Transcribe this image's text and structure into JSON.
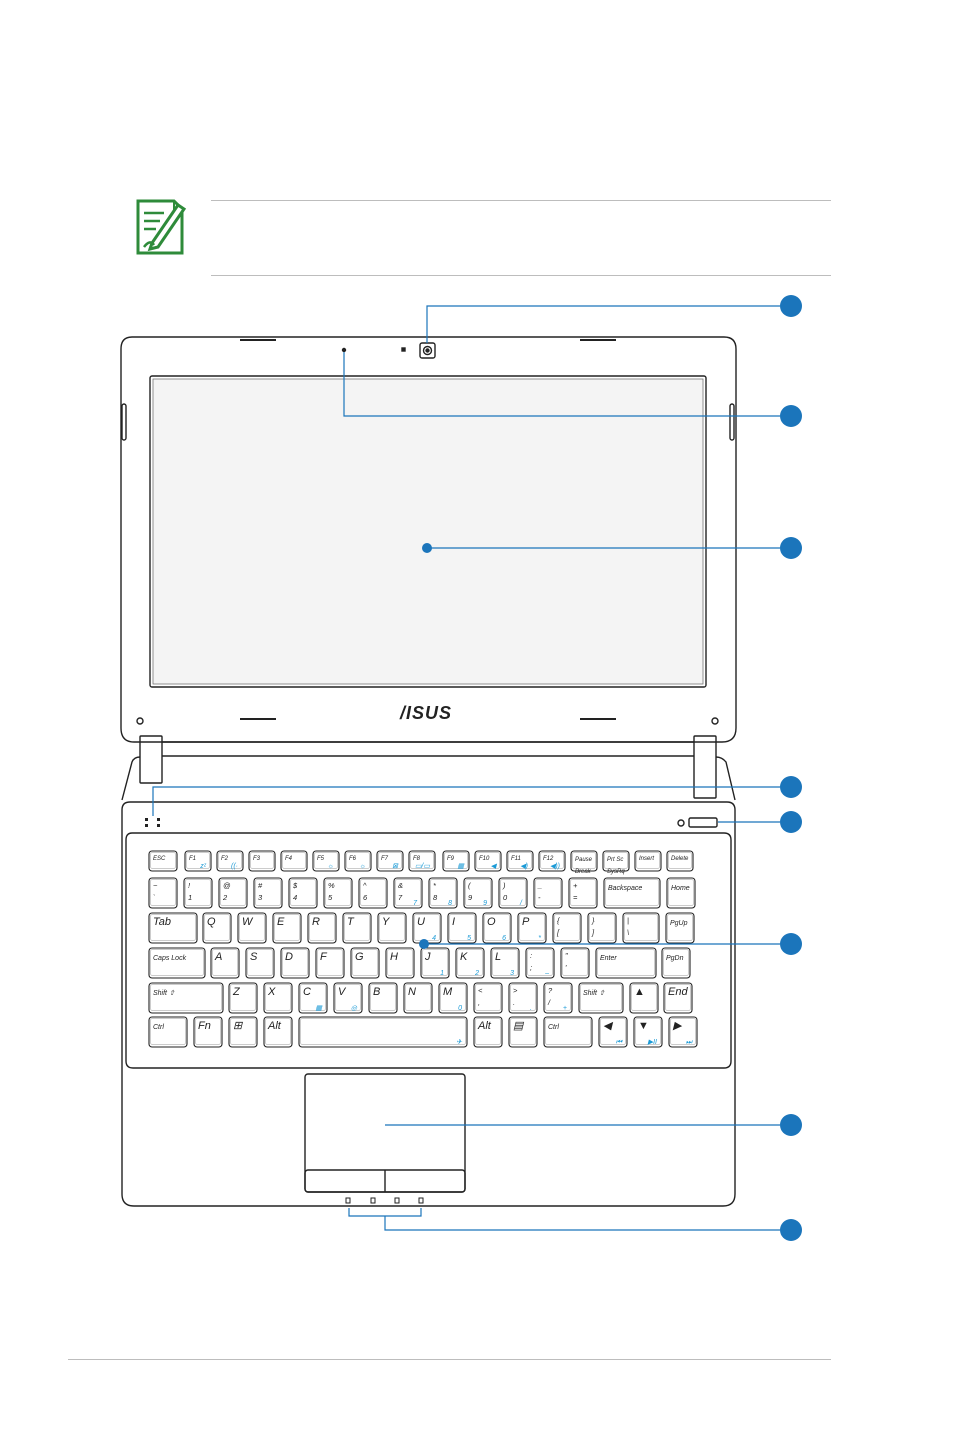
{
  "brand": {
    "logo_text": "/ISUS"
  },
  "callouts": [
    {
      "id": "webcam"
    },
    {
      "id": "microphone"
    },
    {
      "id": "display"
    },
    {
      "id": "status-indicators-top"
    },
    {
      "id": "power-switch"
    },
    {
      "id": "keyboard"
    },
    {
      "id": "touchpad"
    },
    {
      "id": "status-indicators-front"
    }
  ],
  "colors": {
    "callout": "#1b75bb",
    "line": "#1b75bb",
    "outline": "#222222",
    "note_icon": "#2e8b3a",
    "fn_label": "#1a9ad6"
  },
  "keyboard": {
    "rows": [
      [
        {
          "l": "ESC"
        },
        {
          "l": "F1",
          "s": "zᶻ"
        },
        {
          "l": "F2",
          "s": "((·"
        },
        {
          "l": "F3"
        },
        {
          "l": "F4"
        },
        {
          "l": "F5",
          "s": "☼"
        },
        {
          "l": "F6",
          "s": "☼"
        },
        {
          "l": "F7",
          "s": "⊠"
        },
        {
          "l": "F8",
          "s": "▭/▭"
        },
        {
          "l": "F9",
          "s": "▦"
        },
        {
          "l": "F10",
          "s": "◀"
        },
        {
          "l": "F11",
          "s": "◀)"
        },
        {
          "l": "F12",
          "s": "◀))"
        },
        {
          "l": "Pause\nBreak"
        },
        {
          "l": "Prt Sc\nSysRq"
        },
        {
          "l": "Insert"
        },
        {
          "l": "Delete"
        }
      ],
      [
        {
          "l": "~\n`"
        },
        {
          "l": "!\n1"
        },
        {
          "l": "@\n2"
        },
        {
          "l": "#\n3"
        },
        {
          "l": "$\n4"
        },
        {
          "l": "%\n5"
        },
        {
          "l": "^\n6"
        },
        {
          "l": "&\n7",
          "s": "7"
        },
        {
          "l": "*\n8",
          "s": "8"
        },
        {
          "l": "(\n9",
          "s": "9"
        },
        {
          "l": ")\n0",
          "s": "/"
        },
        {
          "l": "_\n-"
        },
        {
          "l": "+\n="
        },
        {
          "l": "Backspace"
        },
        {
          "l": "Home"
        }
      ],
      [
        {
          "l": "Tab"
        },
        {
          "l": "Q"
        },
        {
          "l": "W"
        },
        {
          "l": "E"
        },
        {
          "l": "R"
        },
        {
          "l": "T"
        },
        {
          "l": "Y"
        },
        {
          "l": "U",
          "s": "4"
        },
        {
          "l": "I",
          "s": "5"
        },
        {
          "l": "O",
          "s": "6"
        },
        {
          "l": "P",
          "s": "*"
        },
        {
          "l": "{\n["
        },
        {
          "l": "}\n]"
        },
        {
          "l": "|\n\\"
        },
        {
          "l": "PgUp"
        }
      ],
      [
        {
          "l": "Caps Lock"
        },
        {
          "l": "A"
        },
        {
          "l": "S"
        },
        {
          "l": "D"
        },
        {
          "l": "F"
        },
        {
          "l": "G"
        },
        {
          "l": "H"
        },
        {
          "l": "J",
          "s": "1"
        },
        {
          "l": "K",
          "s": "2"
        },
        {
          "l": "L",
          "s": "3"
        },
        {
          "l": ":\n;",
          "s": "–"
        },
        {
          "l": "\"\n'"
        },
        {
          "l": "Enter"
        },
        {
          "l": "PgDn"
        }
      ],
      [
        {
          "l": "Shift ⇧"
        },
        {
          "l": "Z"
        },
        {
          "l": "X"
        },
        {
          "l": "C",
          "s": "▦"
        },
        {
          "l": "V",
          "s": "◎"
        },
        {
          "l": "B"
        },
        {
          "l": "N"
        },
        {
          "l": "M",
          "s": "0"
        },
        {
          "l": "<\n,"
        },
        {
          "l": ">\n.",
          "s": "."
        },
        {
          "l": "?\n/",
          "s": "+"
        },
        {
          "l": "Shift ⇧"
        },
        {
          "l": "▲"
        },
        {
          "l": "End"
        }
      ],
      [
        {
          "l": "Ctrl"
        },
        {
          "l": "Fn"
        },
        {
          "l": "⊞"
        },
        {
          "l": "Alt"
        },
        {
          "l": "",
          "s": "✈"
        },
        {
          "l": "Alt"
        },
        {
          "l": "▤"
        },
        {
          "l": "Ctrl"
        },
        {
          "l": "◀",
          "s": "⏮"
        },
        {
          "l": "▼",
          "s": "▶II"
        },
        {
          "l": "▶",
          "s": "⏭"
        }
      ]
    ]
  }
}
